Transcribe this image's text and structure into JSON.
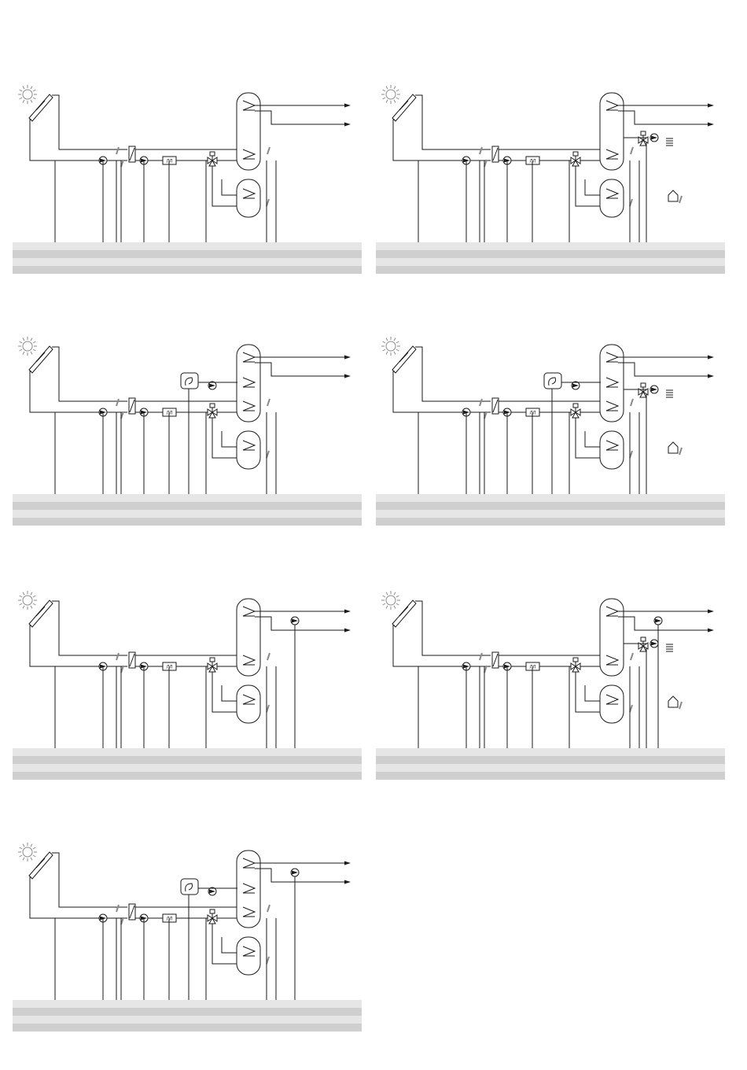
{
  "page": {
    "background": "#ffffff"
  },
  "colors": {
    "line": "#1a1a1a",
    "sensor": "#8a8a8a",
    "band_light": "#e6e6e6",
    "band_dark": "#cfcfcf"
  },
  "labels": {
    "flow_meter": "ЛЛ"
  },
  "diagrams": [
    {
      "id": "scheme-1",
      "heating_circuit": false,
      "boiler": false,
      "dhw_circulation": false
    },
    {
      "id": "scheme-2",
      "heating_circuit": true,
      "boiler": false,
      "dhw_circulation": false
    },
    {
      "id": "scheme-3",
      "heating_circuit": false,
      "boiler": true,
      "dhw_circulation": false
    },
    {
      "id": "scheme-4",
      "heating_circuit": true,
      "boiler": true,
      "dhw_circulation": false
    },
    {
      "id": "scheme-5",
      "heating_circuit": false,
      "boiler": false,
      "dhw_circulation": true
    },
    {
      "id": "scheme-6",
      "heating_circuit": true,
      "boiler": false,
      "dhw_circulation": true
    },
    {
      "id": "scheme-7",
      "heating_circuit": false,
      "boiler": true,
      "dhw_circulation": true
    }
  ],
  "icons": [
    "sun-icon",
    "solar-collector-icon",
    "pump-icon",
    "heat-exchanger-icon",
    "flow-meter-icon",
    "three-way-valve-icon",
    "storage-tank-icon",
    "boiler-icon",
    "radiator-icon",
    "house-icon",
    "temperature-sensor-icon",
    "controller-bus"
  ]
}
